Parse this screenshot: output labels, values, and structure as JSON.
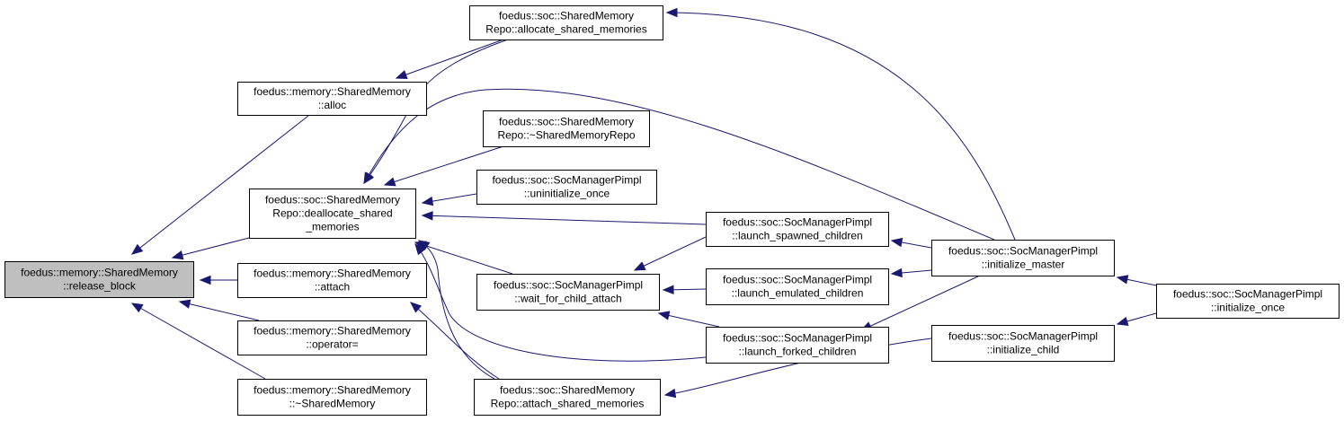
{
  "graph": {
    "nodes": [
      {
        "id": "release_block",
        "lines": [
          "foedus::memory::SharedMemory",
          "::release_block"
        ],
        "highlight": true
      },
      {
        "id": "alloc",
        "lines": [
          "foedus::memory::SharedMemory",
          "::alloc"
        ]
      },
      {
        "id": "dealloc",
        "lines": [
          "foedus::soc::SharedMemory",
          "Repo::deallocate_shared",
          "_memories"
        ]
      },
      {
        "id": "attach",
        "lines": [
          "foedus::memory::SharedMemory",
          "::attach"
        ]
      },
      {
        "id": "operator_assign",
        "lines": [
          "foedus::memory::SharedMemory",
          "::operator="
        ]
      },
      {
        "id": "dtor_shared_memory",
        "lines": [
          "foedus::memory::SharedMemory",
          "::~SharedMemory"
        ]
      },
      {
        "id": "allocate_shared",
        "lines": [
          "foedus::soc::SharedMemory",
          "Repo::allocate_shared_memories"
        ]
      },
      {
        "id": "dtor_repo",
        "lines": [
          "foedus::soc::SharedMemory",
          "Repo::~SharedMemoryRepo"
        ]
      },
      {
        "id": "uninitialize_once",
        "lines": [
          "foedus::soc::SocManagerPimpl",
          "::uninitialize_once"
        ]
      },
      {
        "id": "wait_for_child_attach",
        "lines": [
          "foedus::soc::SocManagerPimpl",
          "::wait_for_child_attach"
        ]
      },
      {
        "id": "attach_shared",
        "lines": [
          "foedus::soc::SharedMemory",
          "Repo::attach_shared_memories"
        ]
      },
      {
        "id": "launch_spawned",
        "lines": [
          "foedus::soc::SocManagerPimpl",
          "::launch_spawned_children"
        ]
      },
      {
        "id": "launch_emulated",
        "lines": [
          "foedus::soc::SocManagerPimpl",
          "::launch_emulated_children"
        ]
      },
      {
        "id": "launch_forked",
        "lines": [
          "foedus::soc::SocManagerPimpl",
          "::launch_forked_children"
        ]
      },
      {
        "id": "initialize_master",
        "lines": [
          "foedus::soc::SocManagerPimpl",
          "::initialize_master"
        ]
      },
      {
        "id": "initialize_child",
        "lines": [
          "foedus::soc::SocManagerPimpl",
          "::initialize_child"
        ]
      },
      {
        "id": "initialize_once",
        "lines": [
          "foedus::soc::SocManagerPimpl",
          "::initialize_once"
        ]
      }
    ],
    "edges": [
      {
        "from": "alloc",
        "to": "release_block"
      },
      {
        "from": "dealloc",
        "to": "release_block"
      },
      {
        "from": "attach",
        "to": "release_block"
      },
      {
        "from": "operator_assign",
        "to": "release_block"
      },
      {
        "from": "dtor_shared_memory",
        "to": "release_block"
      },
      {
        "from": "allocate_shared",
        "to": "alloc"
      },
      {
        "from": "allocate_shared",
        "to": "dealloc"
      },
      {
        "from": "dtor_repo",
        "to": "dealloc"
      },
      {
        "from": "uninitialize_once",
        "to": "dealloc"
      },
      {
        "from": "launch_spawned",
        "to": "dealloc"
      },
      {
        "from": "wait_for_child_attach",
        "to": "dealloc"
      },
      {
        "from": "launch_forked",
        "to": "dealloc"
      },
      {
        "from": "attach_shared",
        "to": "dealloc"
      },
      {
        "from": "initialize_master",
        "to": "dealloc"
      },
      {
        "from": "attach_shared",
        "to": "attach"
      },
      {
        "from": "initialize_master",
        "to": "allocate_shared"
      },
      {
        "from": "launch_spawned",
        "to": "wait_for_child_attach"
      },
      {
        "from": "launch_emulated",
        "to": "wait_for_child_attach"
      },
      {
        "from": "launch_forked",
        "to": "wait_for_child_attach"
      },
      {
        "from": "initialize_child",
        "to": "attach_shared"
      },
      {
        "from": "initialize_master",
        "to": "launch_spawned"
      },
      {
        "from": "initialize_master",
        "to": "launch_emulated"
      },
      {
        "from": "initialize_master",
        "to": "launch_forked"
      },
      {
        "from": "initialize_once",
        "to": "initialize_master"
      },
      {
        "from": "initialize_once",
        "to": "initialize_child"
      }
    ]
  }
}
